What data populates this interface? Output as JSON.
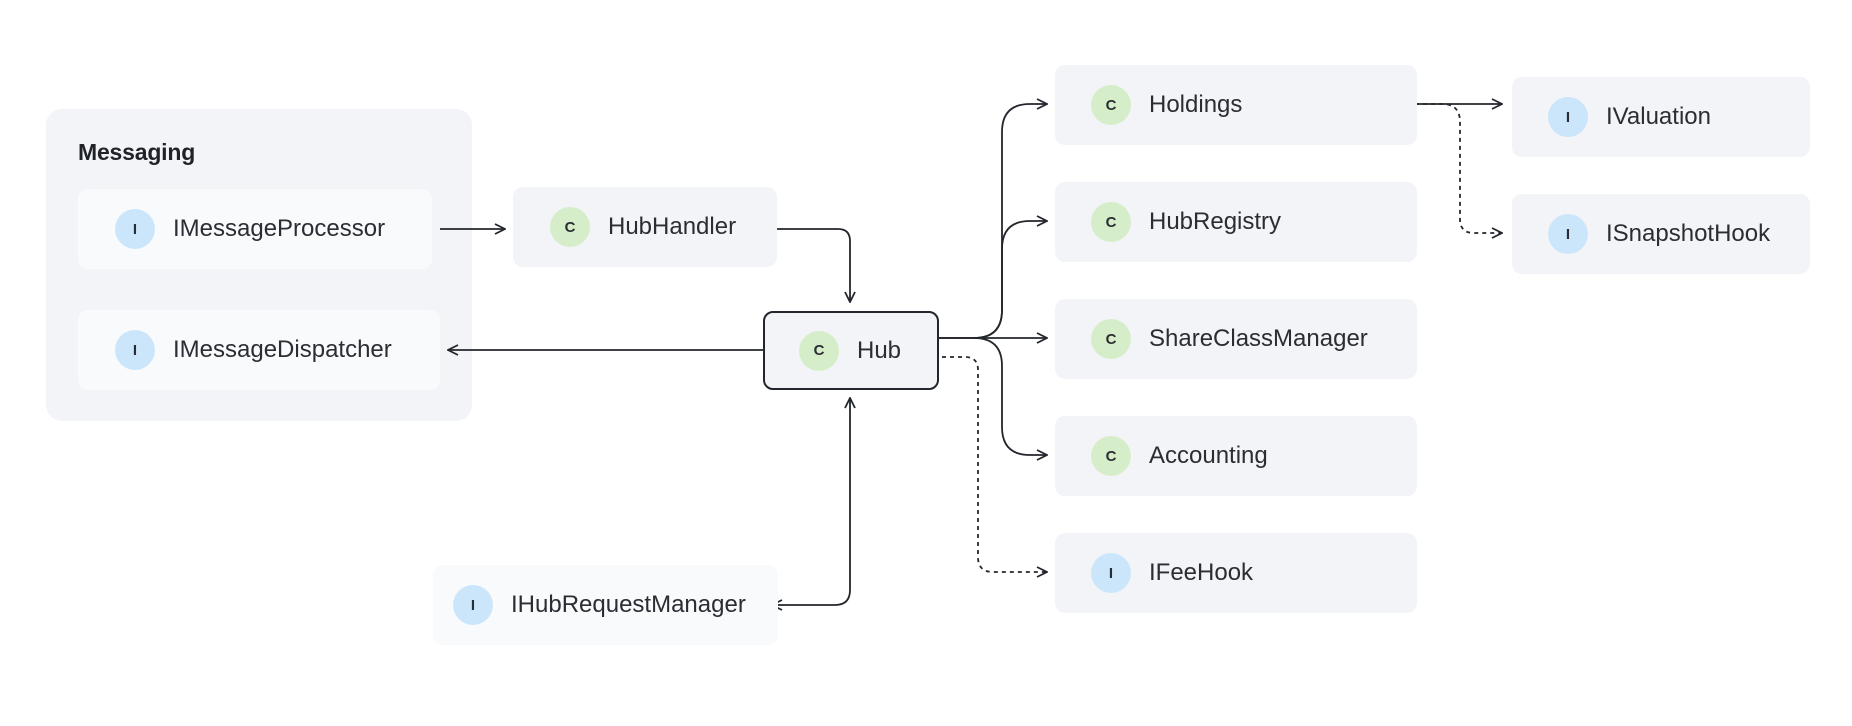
{
  "group": {
    "title": "Messaging"
  },
  "nodes": {
    "imessageprocessor": {
      "kind": "I",
      "label": "IMessageProcessor"
    },
    "imessagedispatcher": {
      "kind": "I",
      "label": "IMessageDispatcher"
    },
    "hubhandler": {
      "kind": "C",
      "label": "HubHandler"
    },
    "hub": {
      "kind": "C",
      "label": "Hub"
    },
    "ihubrequestmanager": {
      "kind": "I",
      "label": "IHubRequestManager"
    },
    "holdings": {
      "kind": "C",
      "label": "Holdings"
    },
    "hubregistry": {
      "kind": "C",
      "label": "HubRegistry"
    },
    "shareclassmanager": {
      "kind": "C",
      "label": "ShareClassManager"
    },
    "accounting": {
      "kind": "C",
      "label": "Accounting"
    },
    "ifeehook": {
      "kind": "I",
      "label": "IFeeHook"
    },
    "ivaluation": {
      "kind": "I",
      "label": "IValuation"
    },
    "isnapshothook": {
      "kind": "I",
      "label": "ISnapshotHook"
    }
  },
  "colors": {
    "class_badge": "#d6edc9",
    "interface_badge": "#cbe6fb",
    "node_fill": "#f3f4f7",
    "edge": "#23262c"
  }
}
